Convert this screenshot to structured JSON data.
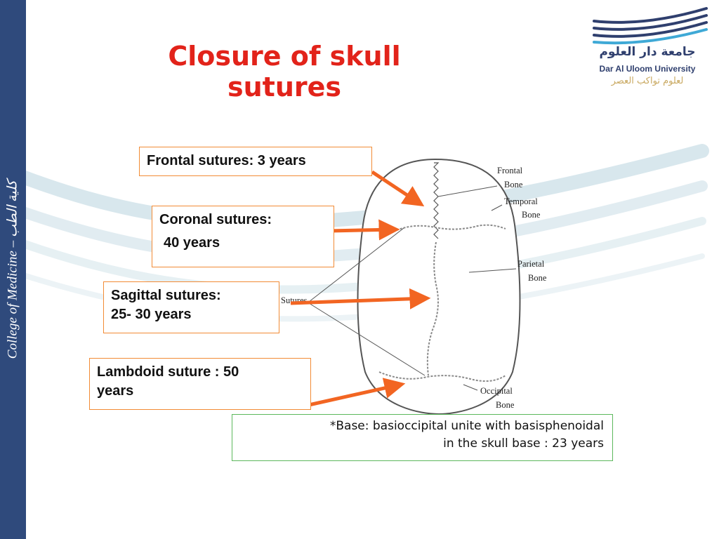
{
  "sidebar": {
    "text": "College of Medicine – كلية الطب"
  },
  "title": {
    "line1": "Closure of skull",
    "line2": "sutures"
  },
  "logo": {
    "arabic": "جامعة دار العلوم",
    "english": "Dar Al Uloom University",
    "tagline": "لعلوم تواكب العصر"
  },
  "callouts": {
    "frontal": "Frontal sutures: 3 years",
    "coronal_1": "Coronal sutures:",
    "coronal_2": "40 years",
    "sagittal_1": "Sagittal sutures:",
    "sagittal_2": "25- 30 years",
    "lambdoid_1": "Lambdoid suture : 50",
    "lambdoid_2": "years"
  },
  "note": {
    "line1": "*Base: basioccipital unite with basisphenoidal",
    "line2": "in the skull base : 23 years"
  },
  "diagram_labels": {
    "frontal_1": "Frontal",
    "frontal_2": "Bone",
    "temporal_1": "Temporal",
    "temporal_2": "Bone",
    "parietal_1": "Parietal",
    "parietal_2": "Bone",
    "occipital_1": "Occipital",
    "occipital_2": "Bone",
    "sutures": "Sutures"
  },
  "colors": {
    "sidebar": "#2f4a7c",
    "title": "#e2231a",
    "callout_border": "#f28b35",
    "arrow": "#f26522",
    "note_border": "#5cb85c"
  }
}
